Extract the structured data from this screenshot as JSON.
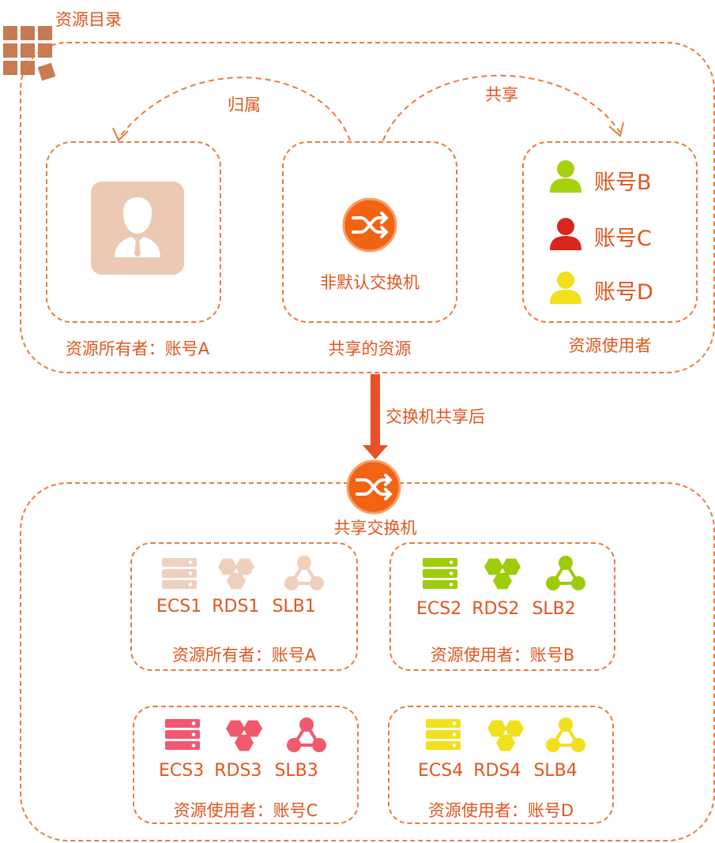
{
  "catalog": {
    "title": "资源目录"
  },
  "top": {
    "arrow_belongs": "归属",
    "arrow_share": "共享",
    "owner_label": "资源所有者：账号A",
    "shared_label": "共享的资源",
    "switch_label": "非默认交换机",
    "users_label": "资源使用者",
    "accounts": [
      "账号B",
      "账号C",
      "账号D"
    ]
  },
  "transition": {
    "label": "交换机共享后"
  },
  "bottom": {
    "switch_label": "共享交换机",
    "groups": [
      {
        "resources": [
          "ECS1",
          "RDS1",
          "SLB1"
        ],
        "owner": "资源所有者：账号A",
        "color": "#efd0bd"
      },
      {
        "resources": [
          "ECS2",
          "RDS2",
          "SLB2"
        ],
        "owner": "资源使用者：账号B",
        "color": "#9ccc0a"
      },
      {
        "resources": [
          "ECS3",
          "RDS3",
          "SLB3"
        ],
        "owner": "资源使用者：账号C",
        "color": "#f2586e"
      },
      {
        "resources": [
          "ECS4",
          "RDS4",
          "SLB4"
        ],
        "owner": "资源使用者：账号D",
        "color": "#f1e01c"
      }
    ]
  },
  "colors": {
    "accent": "#e0561f",
    "dashed_border": "#ec7a3d",
    "switch_orange": "#f06414",
    "catalog_brown": "#c87a52",
    "owner_avatar_bg": "#ecc9b3",
    "user_b": "#a6d10f",
    "user_c": "#d9261c",
    "user_d": "#f1e01c"
  }
}
